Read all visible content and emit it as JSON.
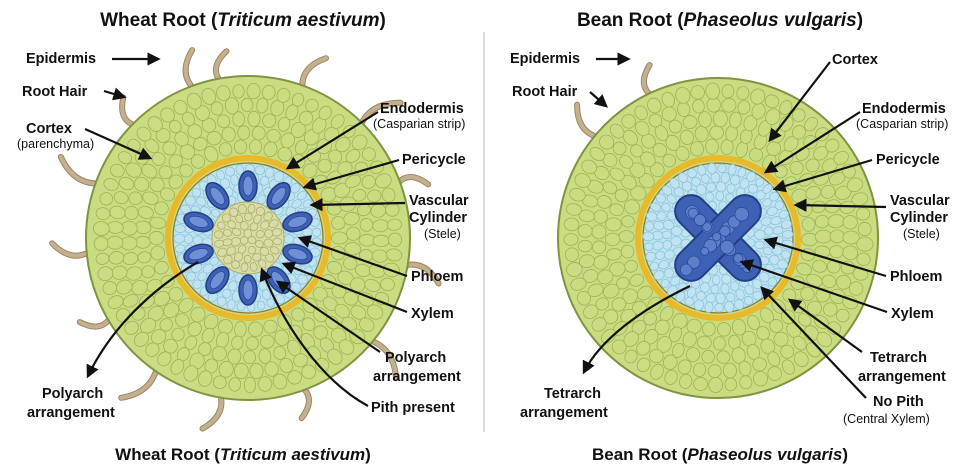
{
  "colors": {
    "cortex": "#c9dc82",
    "cortex_cell": "#9cb352",
    "root_hair": "#c4b08e",
    "endodermis": "#e9b92c",
    "stele": "#bfe3f0",
    "stele_cell": "#8cc3da",
    "vascular": "#3d62b5",
    "pith": "#d9dca4"
  },
  "wheat": {
    "title_main": "Wheat Root (",
    "title_species": "Triticum aestivum",
    "title_close": ")",
    "caption_main": "Wheat Root (",
    "caption_species": "Triticum aestivum",
    "caption_close": ")",
    "labels": {
      "epidermis": "Epidermis",
      "root_hair": "Root Hair",
      "cortex": "Cortex",
      "cortex_sub": "(parenchyma)",
      "endodermis": "Endodermis",
      "endodermis_sub": "(Casparian strip)",
      "pericycle": "Pericycle",
      "vascular_1": "Vascular",
      "vascular_2": "Cylinder",
      "vascular_sub": "(Stele)",
      "phloem": "Phloem",
      "xylem": "Xylem",
      "polyarch_right_1": "Polyarch",
      "polyarch_right_2": "arrangement",
      "pith": "Pith present",
      "polyarch_left_1": "Polyarch",
      "polyarch_left_2": "arrangement"
    }
  },
  "bean": {
    "title_main": "Bean Root (",
    "title_species": "Phaseolus vulgaris",
    "title_close": ")",
    "caption_main": "Bean Root (",
    "caption_species": "Phaseolus vulgaris",
    "caption_close": ")",
    "labels": {
      "epidermis": "Epidermis",
      "root_hair": "Root Hair",
      "cortex": "Cortex",
      "endodermis": "Endodermis",
      "endodermis_sub": "(Casparian strip)",
      "pericycle": "Pericycle",
      "vascular_1": "Vascular",
      "vascular_2": "Cylinder",
      "vascular_sub": "(Stele)",
      "phloem": "Phloem",
      "xylem": "Xylem",
      "tetrarch_right_1": "Tetrarch",
      "tetrarch_right_2": "arrangement",
      "no_pith": "No Pith",
      "no_pith_sub": "(Central Xylem)",
      "tetrarch_left_1": "Tetrarch",
      "tetrarch_left_2": "arrangement"
    }
  }
}
